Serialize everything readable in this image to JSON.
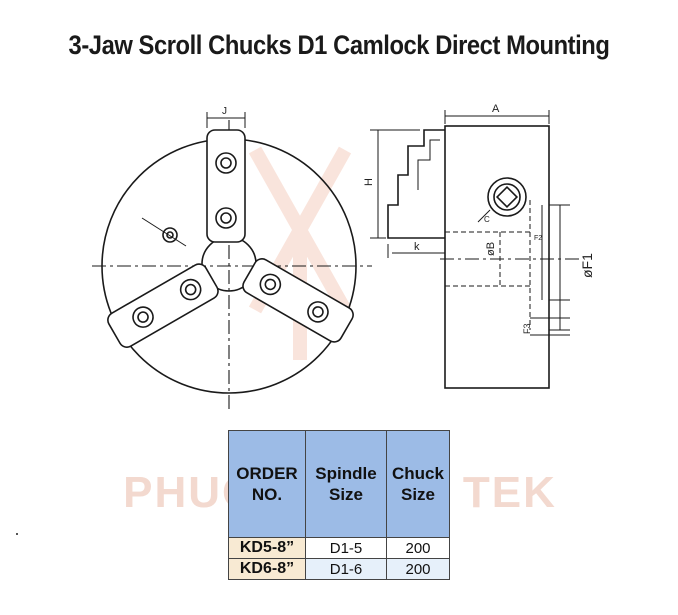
{
  "title": "3-Jaw  Scroll Chucks D1 Camlock Direct Mounting",
  "watermark": "PHUONG NAM TEK",
  "dimension_labels": {
    "j": "J",
    "a": "A",
    "h": "H",
    "k": "k",
    "b": "øB",
    "f1": "øF1",
    "f2": "F2",
    "f3": "F3",
    "c": "C"
  },
  "table": {
    "headers": [
      {
        "line1": "ORDER",
        "line2": "NO."
      },
      {
        "line1": "Spindle",
        "line2": "Size"
      },
      {
        "line1": "Chuck",
        "line2": "Size"
      }
    ],
    "rows": [
      {
        "order": "KD5-8”",
        "spindle": "D1-5",
        "chuck": "200"
      },
      {
        "order": "KD6-8”",
        "spindle": "D1-6",
        "chuck": "200"
      }
    ]
  },
  "colors": {
    "header_bg": "#9cbbe6",
    "order_bg": "#f8ead3",
    "watermark": "#f3d9cf"
  }
}
